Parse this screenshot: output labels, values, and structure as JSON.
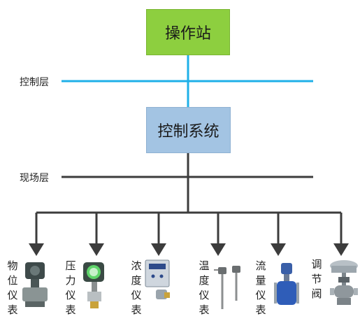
{
  "nodes": {
    "operator_station": "操作站",
    "control_system": "控制系统"
  },
  "layers": {
    "control": "控制层",
    "field": "现场层"
  },
  "instruments": [
    {
      "label": "物位仪表",
      "icon": "level-transmitter-icon"
    },
    {
      "label": "压力仪表",
      "icon": "pressure-transmitter-icon"
    },
    {
      "label": "浓度仪表",
      "icon": "concentration-meter-icon"
    },
    {
      "label": "温度仪表",
      "icon": "temperature-sensor-icon"
    },
    {
      "label": "流量仪表",
      "icon": "flow-meter-icon"
    },
    {
      "label": "调节阀",
      "icon": "control-valve-icon"
    }
  ],
  "colors": {
    "control_bus": "#1fb0e8",
    "field_bus": "#3c3c3c",
    "operator_station_fill": "#8dcf3f",
    "control_system_fill": "#a3c4e3"
  }
}
